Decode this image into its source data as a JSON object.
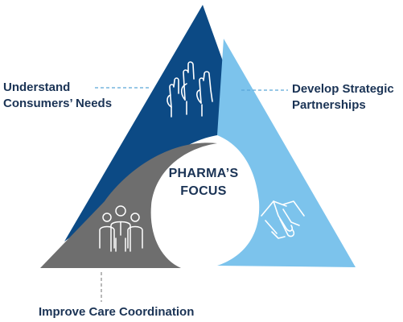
{
  "center": {
    "line1": "PHARMA’S",
    "line2": "FOCUS"
  },
  "segments": [
    {
      "line1": "Understand",
      "line2": "Consumers’ Needs",
      "icon": "raised-hands-icon",
      "color": "#0c4a85"
    },
    {
      "line1": "Develop Strategic",
      "line2": "Partnerships",
      "icon": "handshake-icon",
      "color": "#7cc3ec"
    },
    {
      "line1": "Improve Care Coordination",
      "icon": "people-group-icon",
      "color": "#6e6e6e"
    }
  ],
  "colors": {
    "text": "#1a3355",
    "dashed_leader": "#5aa6d8",
    "grey_leader": "#8a8a8a"
  }
}
